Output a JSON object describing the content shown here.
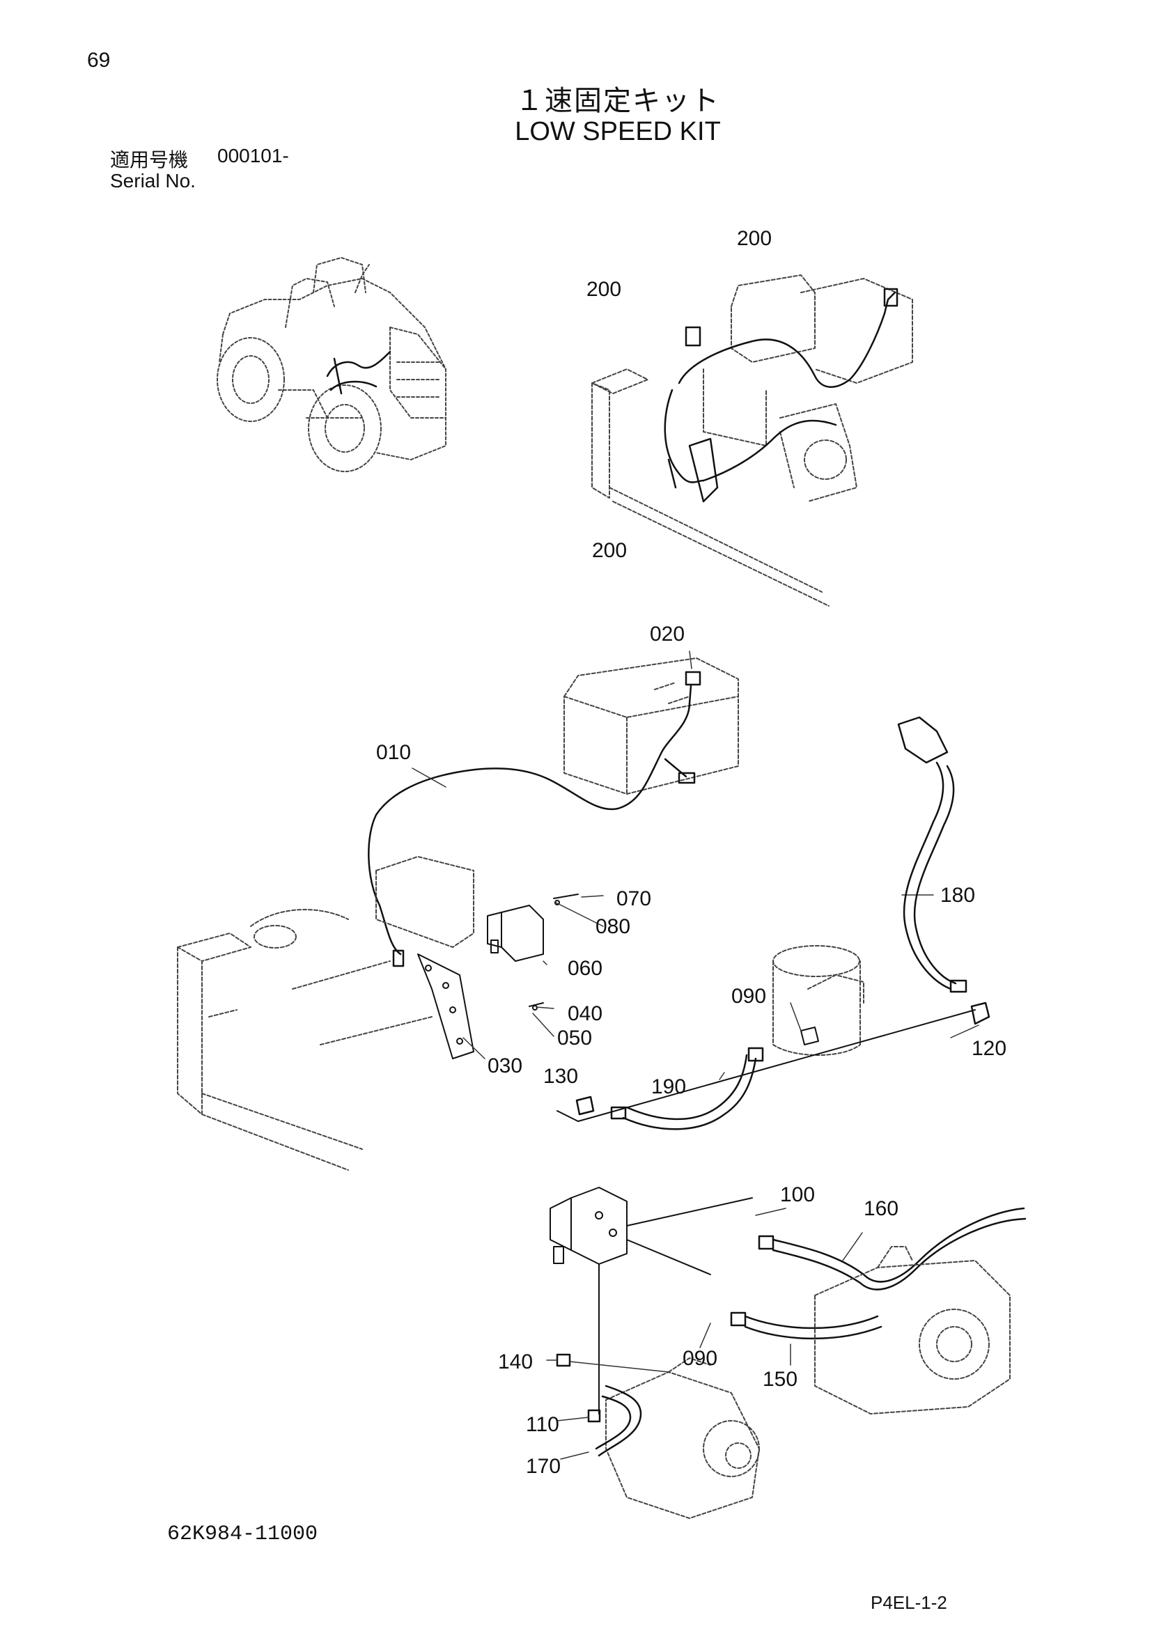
{
  "page_number": "69",
  "title": {
    "japanese": "１速固定キット",
    "english": "LOW SPEED KIT"
  },
  "serial": {
    "label_ja": "適用号機",
    "value": "000101-",
    "label_en": "Serial No."
  },
  "callouts": {
    "c200a": "200",
    "c200b": "200",
    "c200c": "200",
    "c020": "020",
    "c010": "010",
    "c070": "070",
    "c080": "080",
    "c060": "060",
    "c040": "040",
    "c050": "050",
    "c030": "030",
    "c180": "180",
    "c090a": "090",
    "c120": "120",
    "c130": "130",
    "c190": "190",
    "c100": "100",
    "c160": "160",
    "c090b": "090",
    "c150": "150",
    "c140": "140",
    "c110": "110",
    "c170": "170"
  },
  "part_code": "62K984-11000",
  "page_code": "P4EL-1-2"
}
